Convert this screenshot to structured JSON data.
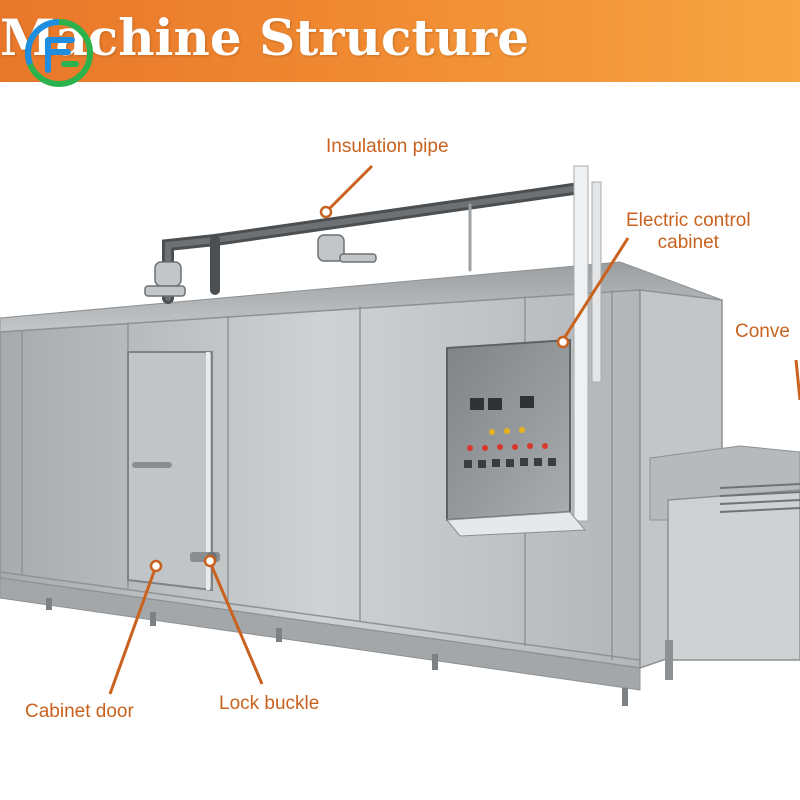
{
  "header": {
    "title": "Machine Structure",
    "background": "#ee8430"
  },
  "logo": {
    "icon": "brand-logo-icon",
    "colors": [
      "#2bb24c",
      "#1f8de0"
    ]
  },
  "callouts": {
    "insulation_pipe": "Insulation pipe",
    "electric_control_cabinet_line1": "Electric control",
    "electric_control_cabinet_line2": "cabinet",
    "conveyor": "Conve",
    "cabinet_door": "Cabinet door",
    "lock_buckle": "Lock buckle"
  },
  "colors": {
    "callout": "#c8621e",
    "steel": "#b9bcbe"
  }
}
